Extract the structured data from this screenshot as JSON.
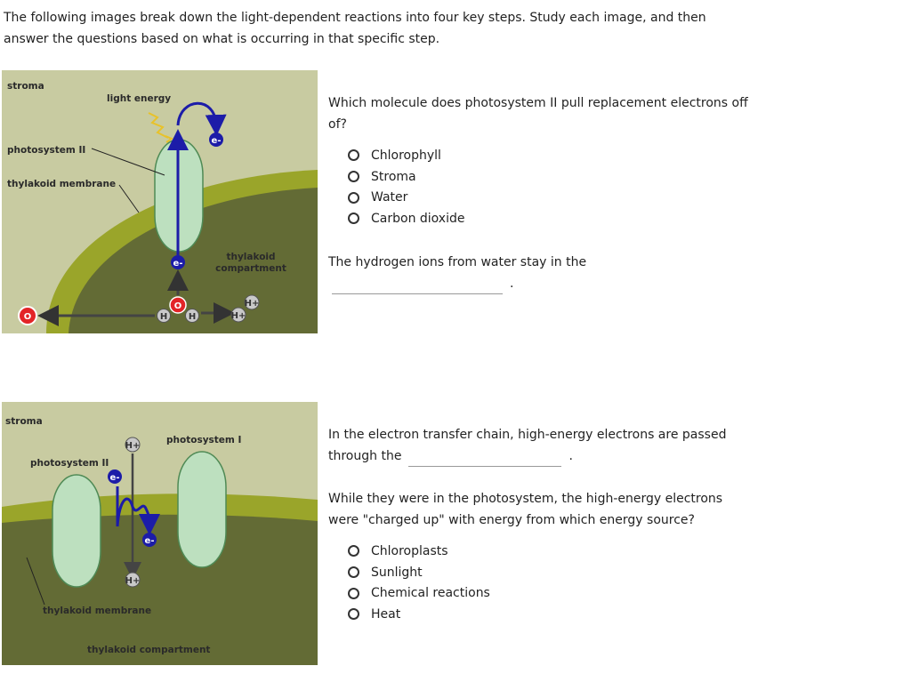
{
  "intro": "The following images break down the light-dependent reactions into four key steps. Study each image, and then answer the questions based on what is occurring in that specific step.",
  "diagram1": {
    "stroma": "stroma",
    "light_energy": "light energy",
    "photosystem_ii": "photosystem II",
    "thylakoid_membrane": "thylakoid membrane",
    "thylakoid_compartment_line1": "thylakoid",
    "thylakoid_compartment_line2": "compartment",
    "electron": "e-",
    "oxygen": "O",
    "hydrogen": "H",
    "h_ion": "H+"
  },
  "diagram2": {
    "stroma": "stroma",
    "photosystem_i": "photosystem I",
    "photosystem_ii": "photosystem II",
    "thylakoid_membrane": "thylakoid membrane",
    "thylakoid_compartment": "thylakoid compartment",
    "electron": "e-",
    "h_ion": "H+"
  },
  "q1": {
    "text": "Which molecule does photosystem II pull replacement electrons off of?",
    "options": [
      "Chlorophyll",
      "Stroma",
      "Water",
      "Carbon dioxide"
    ]
  },
  "q2": {
    "text": "The hydrogen ions from water stay in the",
    "suffix": "."
  },
  "q3": {
    "text": "In the electron transfer chain, high-energy electrons are passed through the",
    "suffix": "."
  },
  "q4": {
    "text": "While they were in the photosystem, the high-energy electrons were \"charged up\" with energy from which energy source?",
    "options": [
      "Chloroplasts",
      "Sunlight",
      "Chemical reactions",
      "Heat"
    ]
  }
}
